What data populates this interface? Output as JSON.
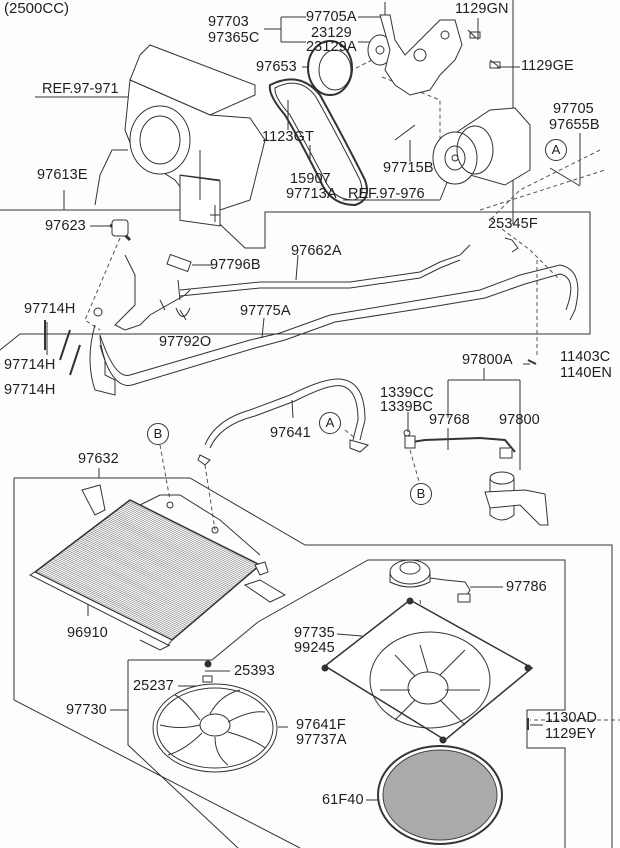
{
  "diagram": {
    "title": "(2500CC)",
    "type": "exploded-parts-diagram",
    "subject": "Air conditioning system - compressor, lines, condenser, cooling fan"
  },
  "labels": {
    "p97703": "97703",
    "p97365C": "97365C",
    "p97705A": "97705A",
    "p23129": "23129",
    "p23129A": "23129A",
    "p97653": "97653",
    "p1129GN": "1129GN",
    "p1129GE": "1129GE",
    "ref97971": "REF.97-971",
    "p1123GT": "1123GT",
    "p97715B": "97715B",
    "p97705": "97705",
    "p97655B": "97655B",
    "p15907": "15907",
    "p97713A": "97713A",
    "ref97976": "REF.97-976",
    "p97613E": "97613E",
    "p97623": "97623",
    "p25345F": "25345F",
    "p97796B": "97796B",
    "p97662A": "97662A",
    "p97714H_1": "97714H",
    "p97714H_2": "97714H",
    "p97714H_3": "97714H",
    "p97775A": "97775A",
    "p97792O": "97792O",
    "p11403C": "11403C",
    "p1140EN": "1140EN",
    "p97800A": "97800A",
    "p1339CC": "1339CC",
    "p1339BC": "1339BC",
    "p97768": "97768",
    "p97800": "97800",
    "p97641": "97641",
    "p97632": "97632",
    "p96910": "96910",
    "p97786": "97786",
    "p97735": "97735",
    "p99245": "99245",
    "p25393": "25393",
    "p25237": "25237",
    "p97730": "97730",
    "p97641F": "97641F",
    "p97737A": "97737A",
    "p1130AD": "1130AD",
    "p1129EY": "1129EY",
    "p61F40": "61F40"
  },
  "callouts": {
    "a1": "A",
    "a2": "A",
    "b1": "B",
    "b2": "B"
  }
}
